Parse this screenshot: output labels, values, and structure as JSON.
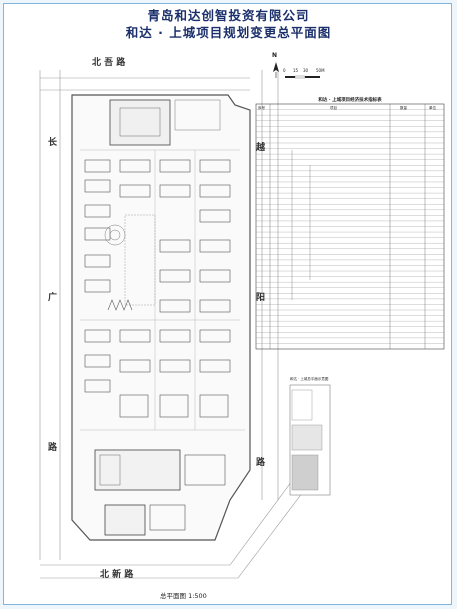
{
  "header": {
    "company": "青岛和达创智投资有限公司",
    "plan_title": "和达 · 上城项目规划变更总平面图"
  },
  "roads": {
    "top": "北  吾  路",
    "left_top": "长",
    "left_mid": "广",
    "left_bottom": "路",
    "right_top": "越",
    "right_mid": "阳",
    "bottom": "北  新  路",
    "mid_right": "路"
  },
  "north_arrow": {
    "n": "N",
    "ticks": [
      "0",
      "15",
      "30",
      "50M"
    ]
  },
  "table": {
    "title": "和达 · 上城项目经济技术指标表",
    "headers": [
      "序号",
      "项目",
      "数量",
      "单位"
    ]
  },
  "scale_caption": "总平面图 1:500",
  "key_plan": {
    "label": "和达 · 上城总平面示意图"
  },
  "colors": {
    "title": "#1b2f6b",
    "frame": "#7fb7de",
    "lines": "#444444"
  }
}
